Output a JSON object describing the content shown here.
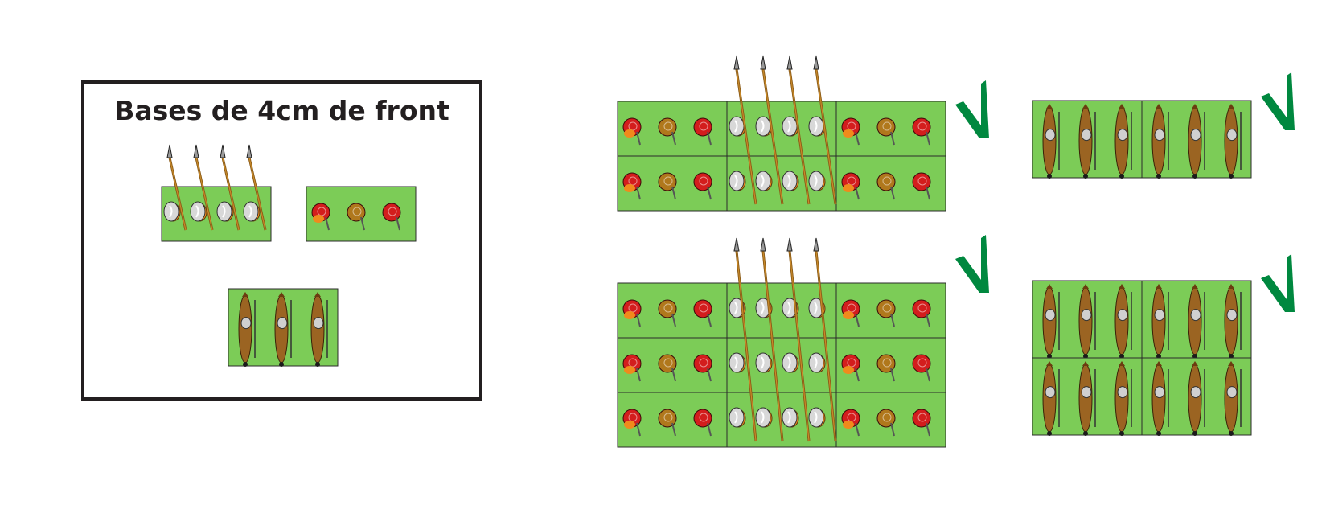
{
  "legend": {
    "title": "Bases de 4cm de front",
    "base_types": [
      {
        "kind": "pike",
        "figures": 4
      },
      {
        "kind": "shot",
        "figures": 3
      },
      {
        "kind": "cavalry",
        "figures": 3
      }
    ]
  },
  "formations": [
    {
      "name": "pike-and-shot-2-ranks",
      "ranks": 2,
      "files": [
        "shot",
        "pike",
        "shot"
      ],
      "status": "valid"
    },
    {
      "name": "cavalry-1-rank",
      "ranks": 1,
      "files": [
        "cavalry",
        "cavalry"
      ],
      "status": "valid"
    },
    {
      "name": "pike-and-shot-3-ranks",
      "ranks": 3,
      "files": [
        "shot",
        "pike",
        "shot"
      ],
      "status": "valid"
    },
    {
      "name": "cavalry-2-ranks",
      "ranks": 2,
      "files": [
        "cavalry",
        "cavalry"
      ],
      "status": "valid"
    }
  ],
  "colors": {
    "base_fill": "#7ccc57",
    "base_stroke": "#2b2b2b",
    "check": "#00883f",
    "box_border": "#231f20"
  }
}
